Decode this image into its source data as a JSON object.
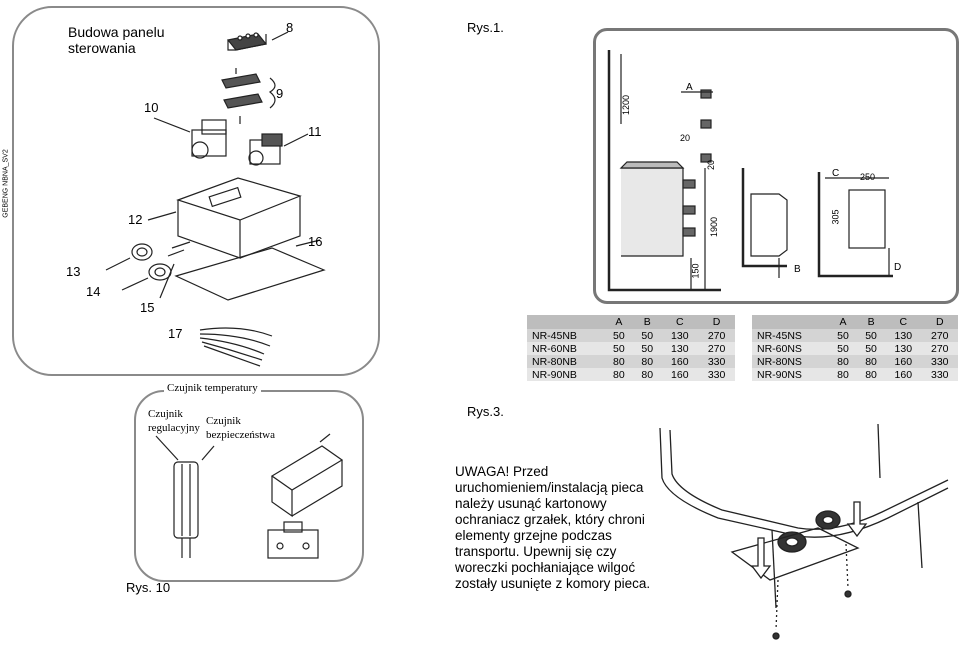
{
  "side_label": "GEBENG NBNA_SV2",
  "panel_top": {
    "title": "Budowa panelu sterowania",
    "callouts": [
      "8",
      "9",
      "10",
      "11",
      "12",
      "13",
      "14",
      "15",
      "16",
      "17"
    ]
  },
  "panel_sensor": {
    "legend": "Czujnik temperatury",
    "reg_label": "Czujnik regulacyjny",
    "safe_label": "Czujnik bezpieczeństwa"
  },
  "fig_10": "Rys. 10",
  "fig_1": "Rys.1.",
  "fig_3": "Rys.3.",
  "diagram": {
    "labels": [
      "1200",
      "A",
      "20",
      "20",
      "1900",
      "150",
      "B",
      "C",
      "250",
      "305",
      "D"
    ]
  },
  "table_nb": {
    "headers": [
      "",
      "A",
      "B",
      "C",
      "D"
    ],
    "rows": [
      [
        "NR-45NB",
        "50",
        "50",
        "130",
        "270"
      ],
      [
        "NR-60NB",
        "50",
        "50",
        "130",
        "270"
      ],
      [
        "NR-80NB",
        "80",
        "80",
        "160",
        "330"
      ],
      [
        "NR-90NB",
        "80",
        "80",
        "160",
        "330"
      ]
    ]
  },
  "table_ns": {
    "headers": [
      "",
      "A",
      "B",
      "C",
      "D"
    ],
    "rows": [
      [
        "NR-45NS",
        "50",
        "50",
        "130",
        "270"
      ],
      [
        "NR-60NS",
        "50",
        "50",
        "130",
        "270"
      ],
      [
        "NR-80NS",
        "80",
        "80",
        "160",
        "330"
      ],
      [
        "NR-90NS",
        "80",
        "80",
        "160",
        "330"
      ]
    ]
  },
  "warning": "UWAGA! Przed uruchomieniem/instalacją pieca należy usunąć kartonowy ochraniacz grzałek, który chroni elementy grzejne podczas transportu. Upewnij się czy woreczki pochłaniające wilgoć zostały usunięte z komory pieca."
}
